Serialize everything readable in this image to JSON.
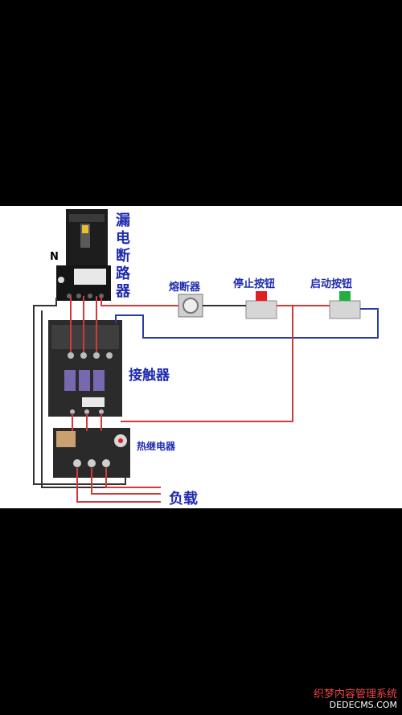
{
  "labels": {
    "breaker": [
      "漏",
      "电",
      "断",
      "路",
      "器"
    ],
    "neutral": "N",
    "fuse": "熔断器",
    "stop_button": "停止按钮",
    "start_button": "启动按钮",
    "contactor": "接触器",
    "thermal_relay": "热继电器",
    "load": "负载"
  },
  "watermark": {
    "line1": "织梦内容管理系统",
    "line2": "DEDECMS.COM"
  },
  "colors": {
    "wire_red": "#d23a3a",
    "wire_black": "#333333",
    "wire_blue": "#2a3aa6",
    "label_blue": "#1f2bb0",
    "stop_button": "#e02020",
    "start_button": "#20b040"
  }
}
